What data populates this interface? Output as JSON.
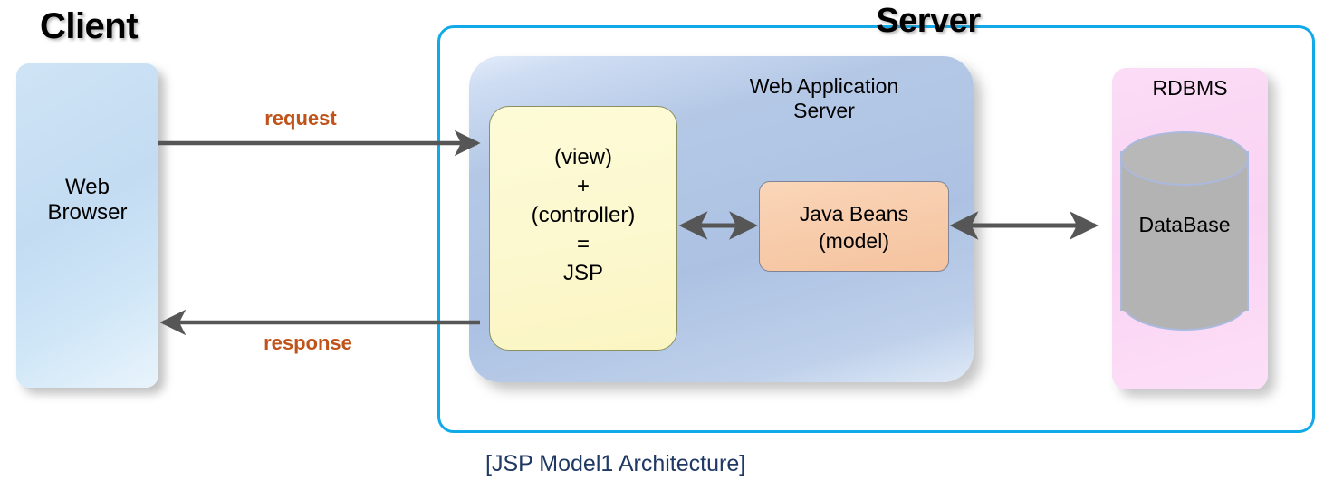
{
  "diagram": {
    "caption": "[JSP Model1 Architecture]",
    "caption_color": "#1f3864",
    "background": "#ffffff"
  },
  "client": {
    "title": "Client",
    "browser_box": {
      "label": "Web\nBrowser",
      "fill": "#c6ddf2"
    }
  },
  "server": {
    "title": "Server",
    "border_color": "#11a9e8",
    "was": {
      "label": "Web Application\nServer",
      "fill": "#b2c6e4"
    },
    "jsp": {
      "label": "(view)\n+\n(controller)\n=\nJSP",
      "fill": "#fbf6c9"
    },
    "java_beans": {
      "label": "Java Beans\n(model)",
      "fill": "#f7cba9"
    },
    "rdbms": {
      "label": "RDBMS",
      "fill": "#f9d5f4",
      "database": {
        "label": "DataBase",
        "fill": "#b3b3b3"
      }
    }
  },
  "arrows": {
    "request": {
      "label": "request",
      "color": "#c0531a",
      "line_color": "#565656",
      "direction": "client-to-server"
    },
    "response": {
      "label": "response",
      "color": "#c0531a",
      "line_color": "#565656",
      "direction": "server-to-client"
    },
    "jsp_beans": {
      "label": "",
      "line_color": "#565656",
      "direction": "bidirectional"
    },
    "beans_db": {
      "label": "",
      "line_color": "#565656",
      "direction": "bidirectional"
    }
  }
}
